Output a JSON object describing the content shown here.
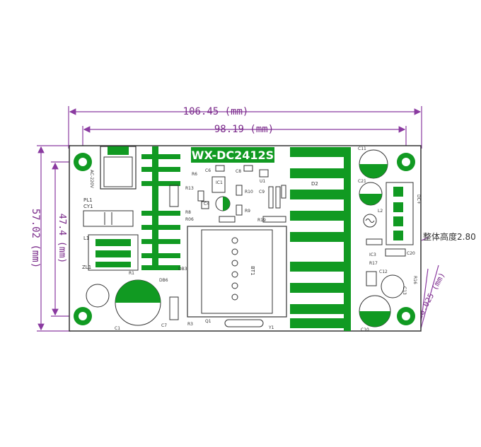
{
  "board": {
    "model": "WX-DC2412S",
    "colors": {
      "trace": "#119a22",
      "dimension": "#8a3aa0",
      "outline": "#333333",
      "background": "#ffffff"
    }
  },
  "dimensions": {
    "overall_width": "106.45 (mm)",
    "hole_spacing_width": "98.19 (mm)",
    "overall_height": "57.02 (mm)",
    "hole_spacing_height": "47.4 (mm)",
    "diagonal": "28.025 (mm)",
    "total_height_note": "整体高度2.80"
  },
  "components": {
    "ac_input": "AC-220V",
    "pl1": "PL1",
    "cy1": "CY1",
    "l1": "L1",
    "zl1": "ZL1",
    "r1": "R1",
    "c1": "C1",
    "c7": "C7",
    "r3": "R3",
    "db3": "DB3",
    "db6": "DB6",
    "r6": "R6",
    "c6": "C6",
    "c8": "C8",
    "r13": "R13",
    "ic1": "IC1",
    "r8": "R8",
    "r6b": "R06",
    "c4": "C4",
    "r10": "R10",
    "c9": "C9",
    "u1": "U1",
    "r9": "R9",
    "r19": "R19",
    "q1": "Q1",
    "y1": "Y1",
    "t1": "BT1",
    "d2": "D2",
    "c11": "C11",
    "c21": "C21",
    "c10": "C10",
    "c20": "C20",
    "ic3": "IC3",
    "r17": "R17",
    "c12": "C12",
    "r16": "R16",
    "c13": "C13",
    "l2": "L2",
    "dc_out": "DC+"
  }
}
